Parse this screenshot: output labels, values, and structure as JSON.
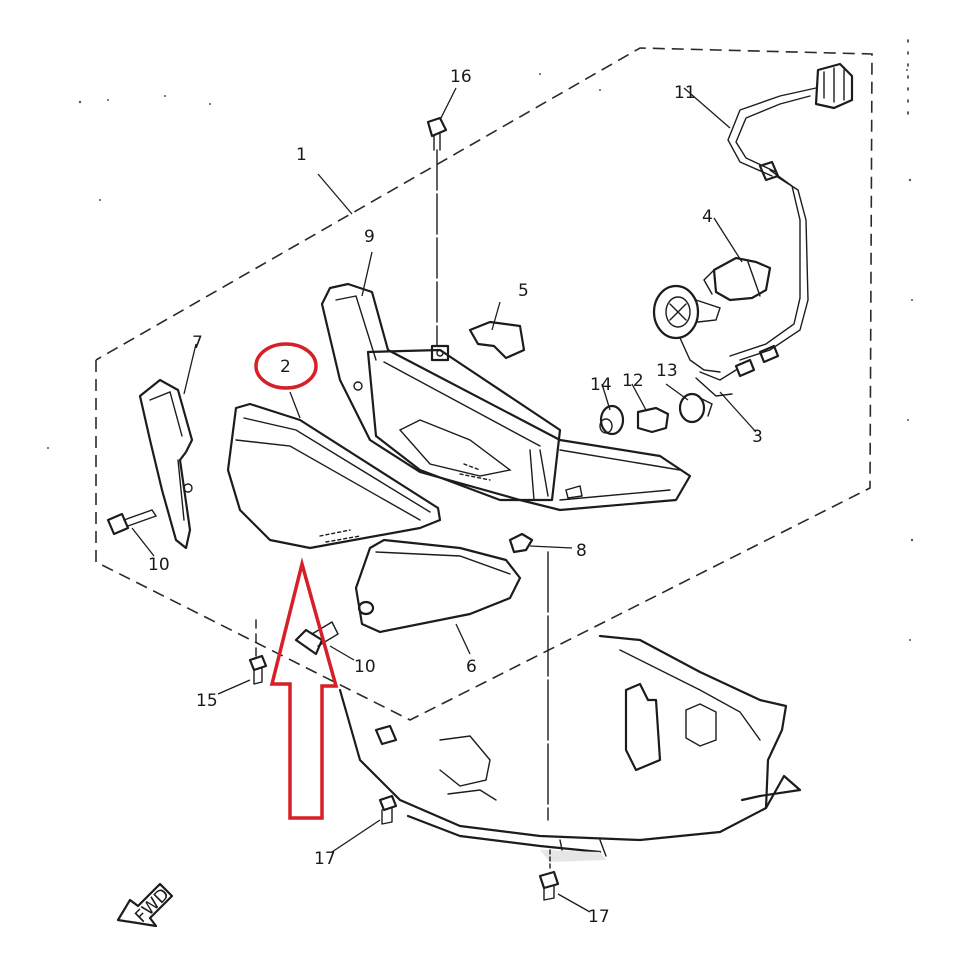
{
  "diagram": {
    "callouts": {
      "c1": "1",
      "c2": "2",
      "c3": "3",
      "c4": "4",
      "c5": "5",
      "c6": "6",
      "c7": "7",
      "c8": "8",
      "c9": "9",
      "c10a": "10",
      "c10b": "10",
      "c11": "11",
      "c12": "12",
      "c13": "13",
      "c14": "14",
      "c15": "15",
      "c16": "16",
      "c17a": "17",
      "c17b": "17"
    },
    "fwd_label": "FWD",
    "highlight": {
      "color": "#d61f26",
      "target_part": "2"
    },
    "line_color": "#1c1c1c"
  }
}
